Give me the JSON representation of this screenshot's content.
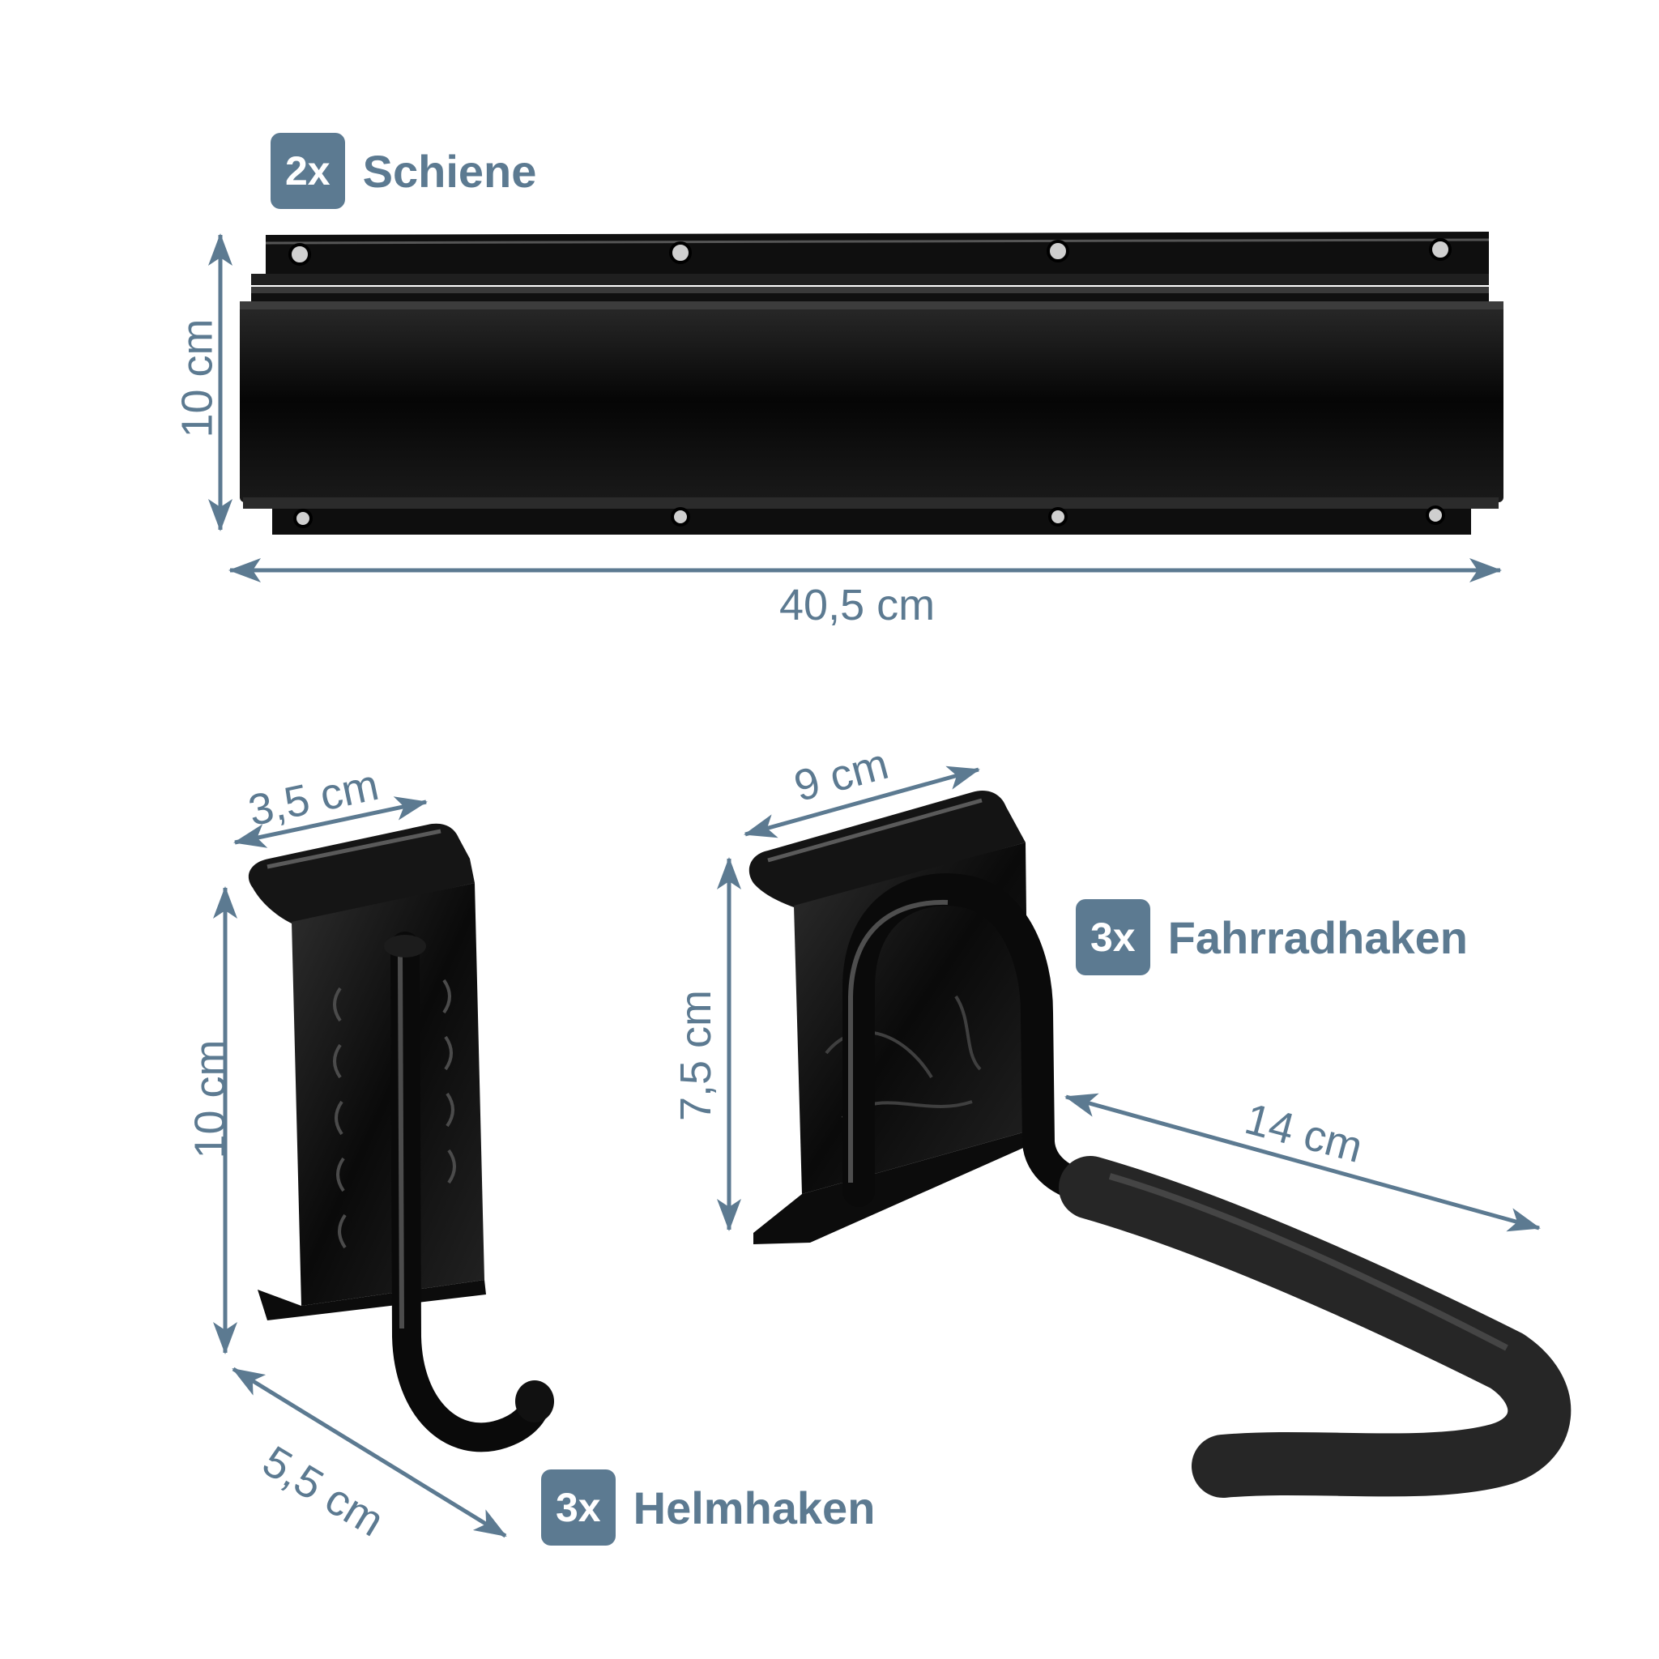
{
  "colors": {
    "accent": "#5c7a91",
    "metal": "#111111",
    "metal_highlight": "#4a4a4a",
    "foam": "#2a2a2a"
  },
  "products": {
    "rail": {
      "quantity": "2x",
      "name": "Schiene",
      "height": "10 cm",
      "width": "40,5 cm"
    },
    "helmet_hook": {
      "quantity": "3x",
      "name": "Helmhaken",
      "width": "3,5 cm",
      "height": "10 cm",
      "depth": "5,5 cm"
    },
    "bike_hook": {
      "quantity": "3x",
      "name": "Fahrradhaken",
      "width": "9 cm",
      "height": "7,5 cm",
      "length": "14 cm"
    }
  }
}
